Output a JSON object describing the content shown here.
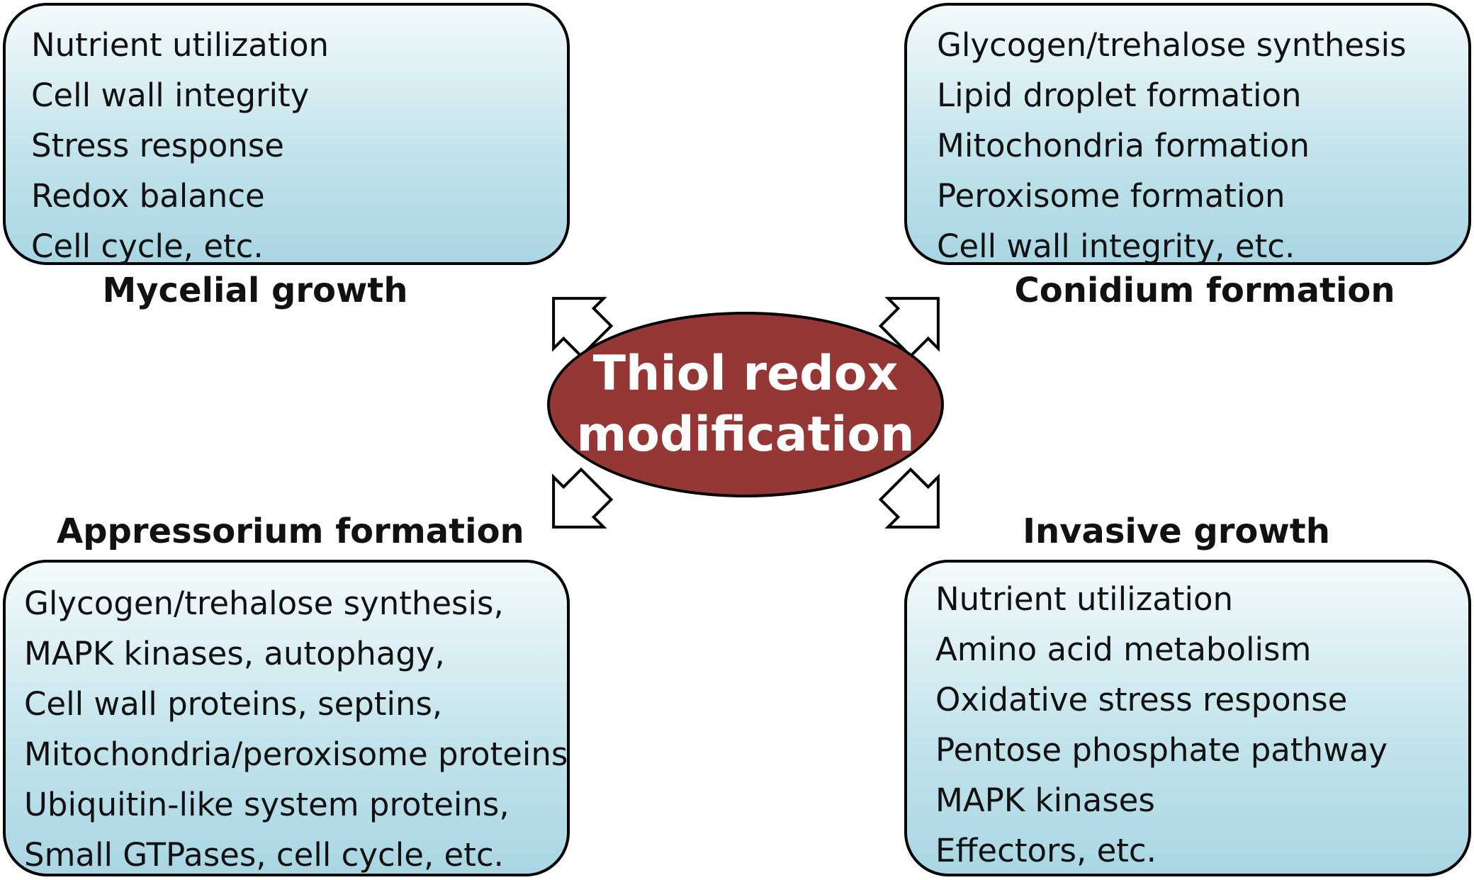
{
  "center": {
    "line1": "Thiol redox",
    "line2": "modification",
    "fill": "#953735"
  },
  "quadrants": {
    "top_left": {
      "heading": "Mycelial growth",
      "items": [
        "Nutrient utilization",
        "Cell wall integrity",
        "Stress response",
        "Redox balance",
        "Cell cycle, etc."
      ]
    },
    "top_right": {
      "heading": "Conidium formation",
      "items": [
        "Glycogen/trehalose synthesis",
        "Lipid droplet formation",
        "Mitochondria formation",
        "Peroxisome formation",
        "Cell wall integrity, etc."
      ]
    },
    "bottom_left": {
      "heading": "Appressorium formation",
      "items": [
        "Glycogen/trehalose synthesis,",
        "MAPK kinases,  autophagy,",
        "Cell wall proteins, septins,",
        "Mitochondria/peroxisome proteins",
        "Ubiquitin-like system proteins,",
        "Small GTPases, cell cycle, etc."
      ]
    },
    "bottom_right": {
      "heading": "Invasive growth",
      "items": [
        "Nutrient utilization",
        "Amino acid metabolism",
        "Oxidative stress response",
        "Pentose phosphate pathway",
        "MAPK kinases",
        "Effectors,  etc."
      ]
    }
  },
  "colors": {
    "box_top": "#f3fafc",
    "box_bottom": "#a9d6e3",
    "outline": "#000000"
  }
}
